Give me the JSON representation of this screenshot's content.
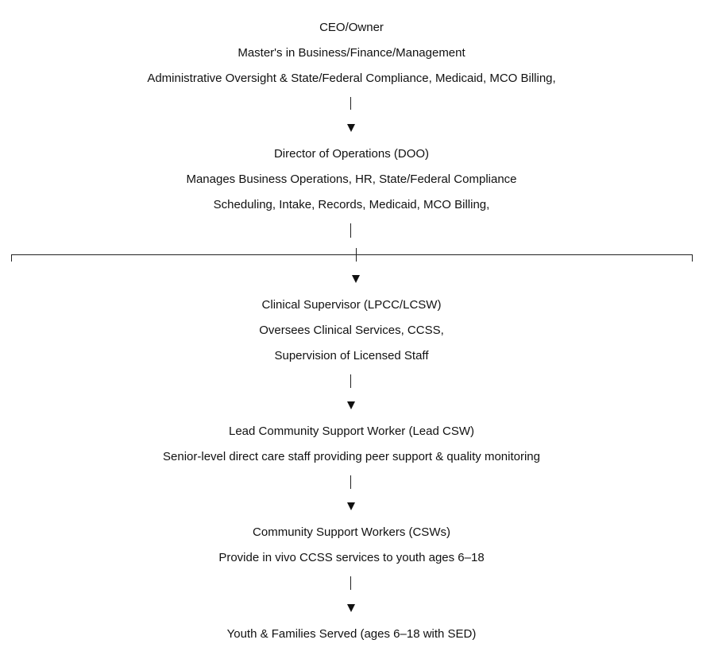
{
  "nodes": [
    {
      "id": "ceo",
      "lines": [
        "CEO/Owner",
        "Master's in Business/Finance/Management",
        "Administrative Oversight & State/Federal Compliance, Medicaid, MCO Billing,"
      ]
    },
    {
      "id": "doo",
      "lines": [
        "Director of Operations (DOO)",
        "Manages Business Operations, HR, State/Federal Compliance",
        "Scheduling, Intake, Records, Medicaid, MCO Billing,"
      ]
    },
    {
      "id": "clinical_supervisor",
      "lines": [
        "Clinical Supervisor (LPCC/LCSW)",
        "Oversees Clinical Services, CCSS,",
        "Supervision of Licensed Staff"
      ]
    },
    {
      "id": "lead_csw",
      "lines": [
        "Lead Community Support Worker (Lead CSW)",
        "Senior-level direct care staff providing peer support & quality monitoring"
      ]
    },
    {
      "id": "csws",
      "lines": [
        "Community Support Workers (CSWs)",
        "Provide in vivo CCSS services to youth ages 6–18"
      ]
    },
    {
      "id": "youth_families",
      "lines": [
        "Youth & Families Served (ages 6–18 with SED)"
      ]
    }
  ]
}
